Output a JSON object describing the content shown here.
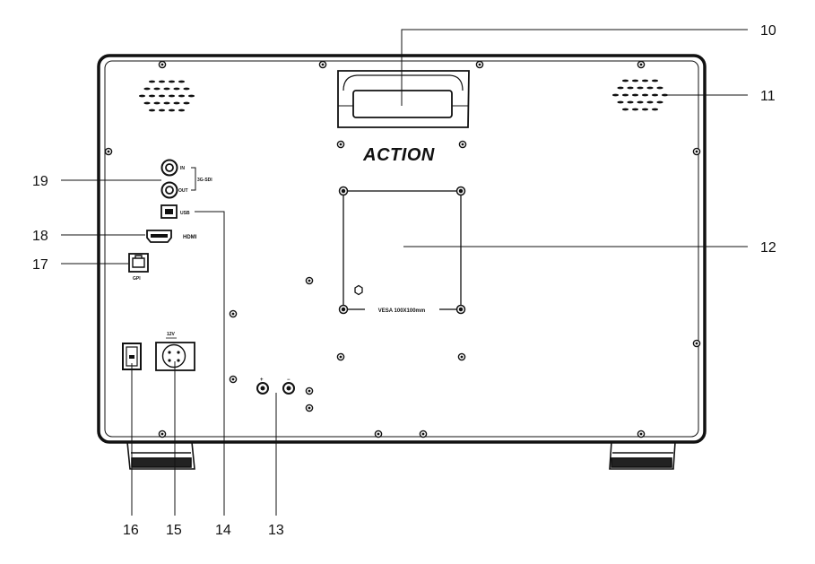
{
  "brand": {
    "logo_text": "ACTION"
  },
  "vesa_label": "VESA 100X100mm",
  "ports": {
    "sdi_in": "IN",
    "sdi_out": "OUT",
    "sdi_group": "3G-SDI",
    "usb": "USB",
    "hdmi": "HDMI",
    "gpi": "GPI",
    "dc_in": "12V",
    "plus": "+",
    "minus": "−"
  },
  "callouts": [
    "10",
    "11",
    "12",
    "13",
    "14",
    "15",
    "16",
    "17",
    "18",
    "19"
  ]
}
